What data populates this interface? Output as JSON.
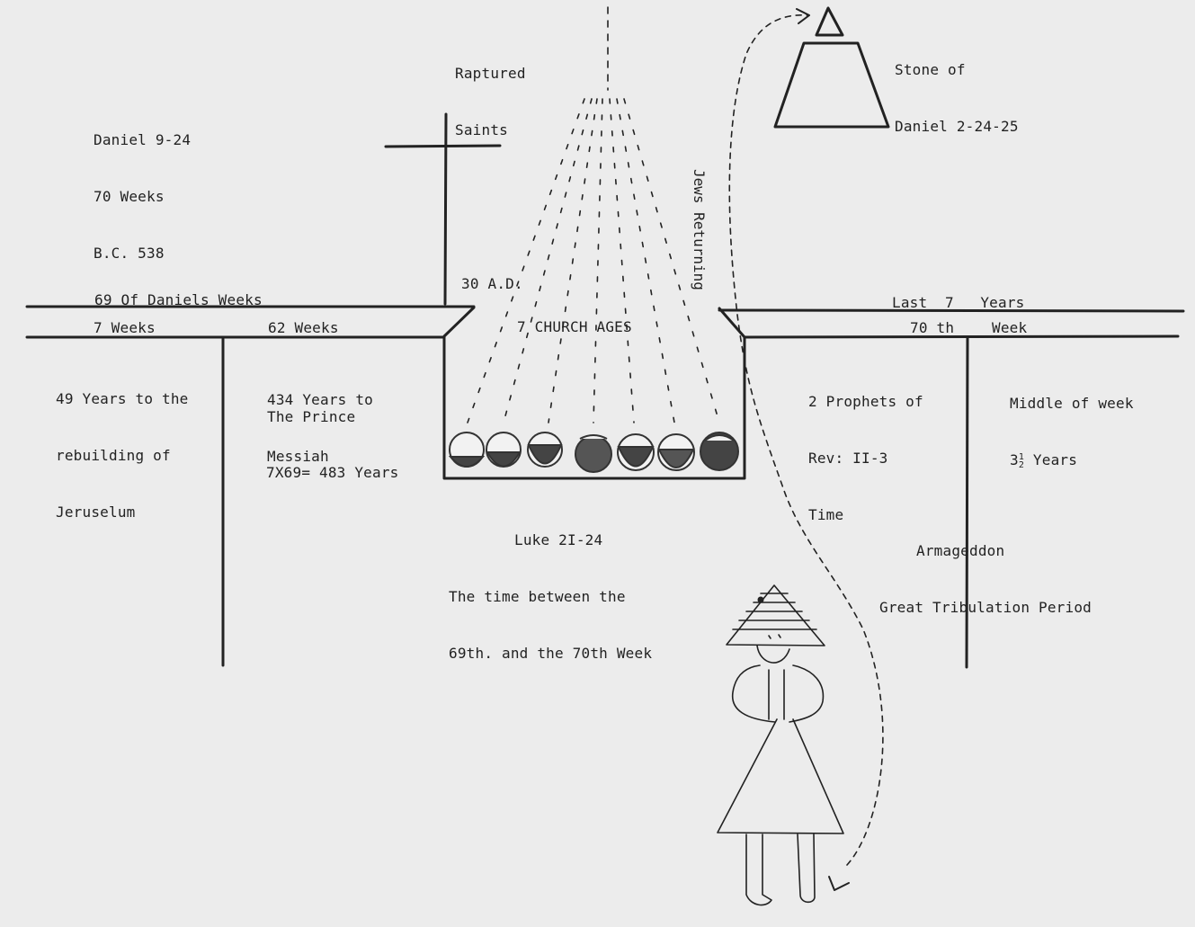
{
  "header": {
    "daniel_ref": [
      "Daniel 9-24",
      "70 Weeks",
      "B.C. 538"
    ],
    "raptured": [
      "Raptured",
      "Saints"
    ],
    "stone": [
      "Stone of",
      "Daniel 2-24-25"
    ],
    "jews_returning": "Jews Returning"
  },
  "timeline": {
    "sixty_nine_weeks": "69 Of Daniels Weeks",
    "seven_weeks": "7 Weeks",
    "sixty_two_weeks": "62 Weeks",
    "thirty_ad": "30 A.D.",
    "church_ages": "7 CHURCH AGES",
    "last_seven_years": "Last  7   Years",
    "seventieth": "70 th",
    "week": "Week"
  },
  "notes": {
    "rebuilding": [
      "49 Years to the",
      "rebuilding of",
      "Jeruselum"
    ],
    "messiah": [
      "434 Years to",
      "Messiah"
    ],
    "prince": "The Prince",
    "calc": "7X69= 483 Years",
    "luke": [
      "Luke 2I-24",
      "The time between the",
      "69th. and the 70th Week"
    ],
    "prophets": [
      "2 Prophets of",
      "Rev: II-3",
      "Time"
    ],
    "middle_week": "Middle of week",
    "three_half_whole": "3",
    "three_half_num": "1",
    "three_half_den": "2",
    "three_half_rest": " Years",
    "armageddon": [
      "Armageddon",
      "Great Tribulation Period"
    ]
  },
  "colors": {
    "ink": "#222222",
    "paper": "#ececec"
  },
  "icons": [
    "cross-icon",
    "stone-pyramid-icon",
    "church-age-bowl-icon",
    "woman-figure-icon",
    "dashed-arrow-icon"
  ]
}
